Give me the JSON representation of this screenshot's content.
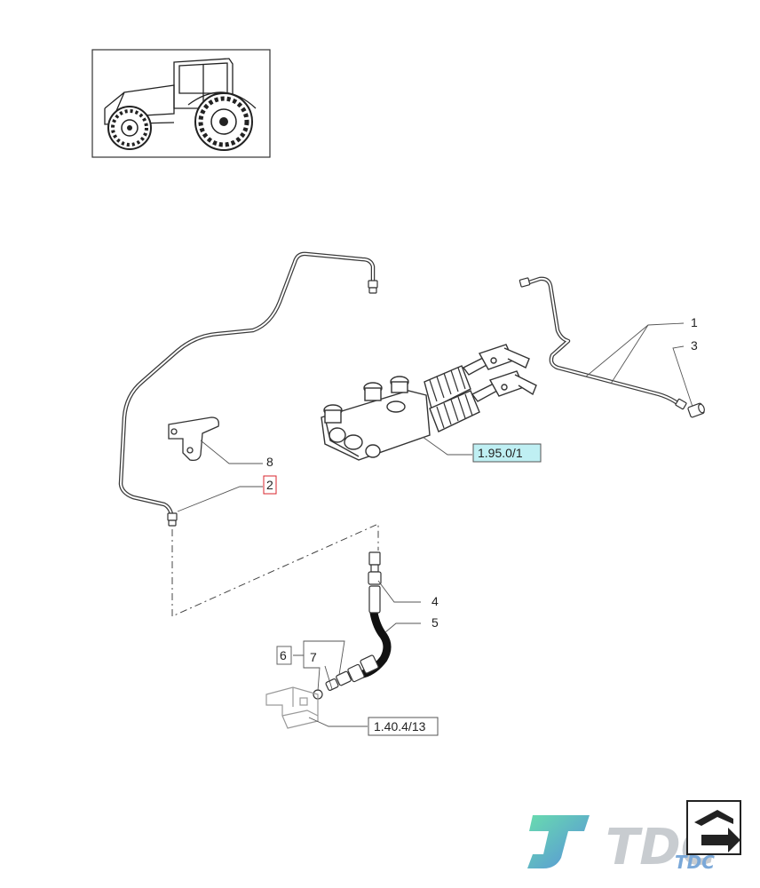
{
  "labels": {
    "l1": "1",
    "l2": "2",
    "l3": "3",
    "l4": "4",
    "l5": "5",
    "l6": "6",
    "l7": "7",
    "l8": "8"
  },
  "refs": {
    "master_cylinder_ref": "1.95.0/1",
    "bracket_ref": "1.40.4/13"
  },
  "logo": {
    "text": "TDC",
    "small_text": "TDC"
  },
  "colors": {
    "line": "#3a3a3a",
    "highlight_box_border": "#d9262c",
    "ref_fill": "#bfeff3",
    "logo_teal": "#2ec4b6",
    "logo_blue": "#3a7bd5",
    "logo_gray": "#c8ccd0"
  },
  "icons": {
    "thumbnail": "tractor-thumbnail-icon",
    "nav": "next-page-arrow-icon"
  }
}
